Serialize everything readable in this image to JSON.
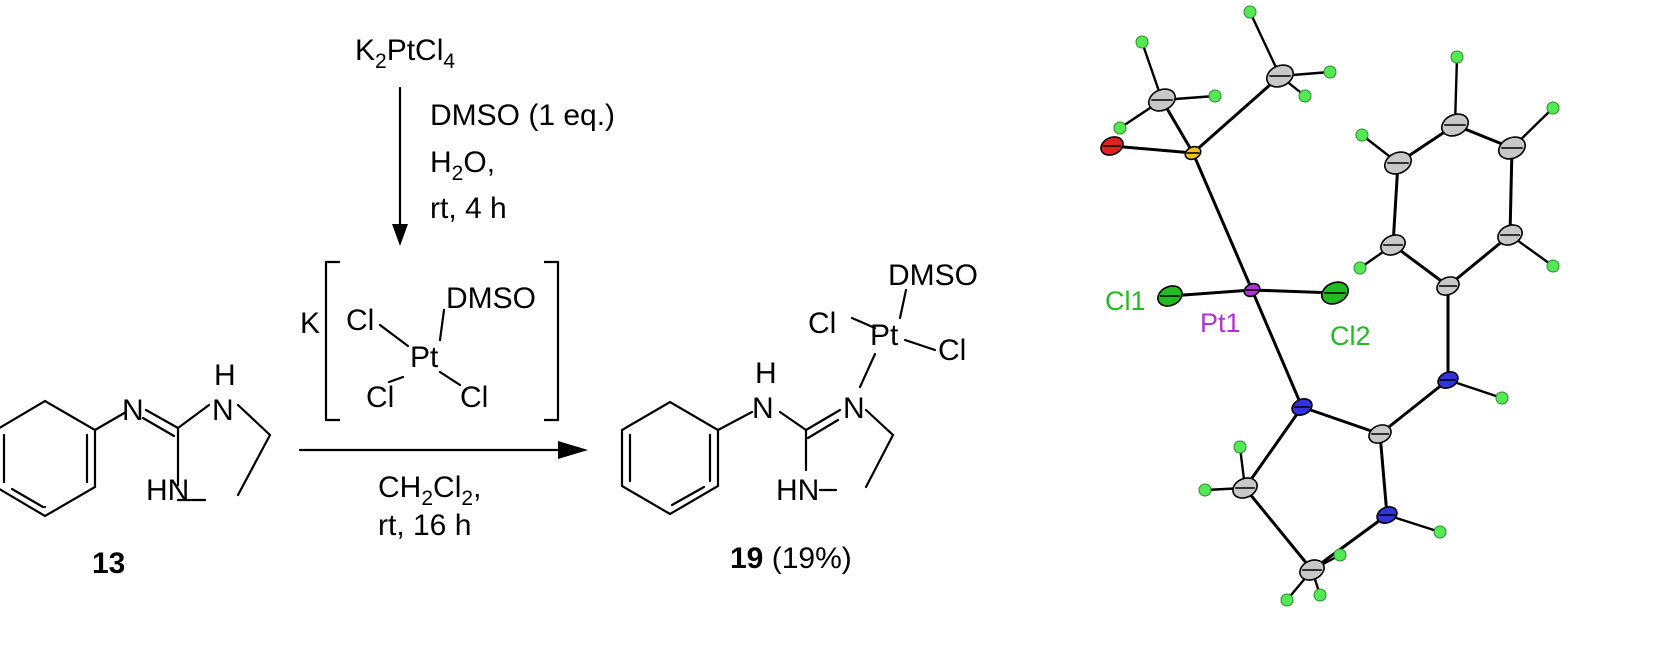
{
  "reaction": {
    "reagent_top": {
      "main": "K",
      "sub1": "2",
      "mid": "PtCl",
      "sub2": "4"
    },
    "cond1": {
      "line1": "DMSO (1 eq.)",
      "line2_a": "H",
      "line2_sub": "2",
      "line2_b": "O,",
      "line3": "rt, 4 h"
    },
    "complex": {
      "counterion": "K",
      "cl_a": "Cl",
      "ligand": "DMSO",
      "metal": "Pt",
      "cl_b": "Cl",
      "cl_c": "Cl"
    },
    "cond2": {
      "line1_a": "CH",
      "line1_sub1": "2",
      "line1_b": "Cl",
      "line1_sub2": "2",
      "line1_c": ",",
      "line2": "rt, 16 h"
    }
  },
  "reactant": {
    "atom_N": "N",
    "atom_H": "H",
    "atom_N2": "N",
    "atom_HN": "HN",
    "label_num": "13"
  },
  "product": {
    "atom_DMSO": "DMSO",
    "atom_Cl_left": "Cl",
    "atom_Pt": "Pt",
    "atom_Cl_right": "Cl",
    "atom_H": "H",
    "atom_N_amine": "N",
    "atom_N_ring": "N",
    "atom_HN": "HN",
    "label_num": "19",
    "label_yield": "(19%)"
  },
  "crystal": {
    "labels": {
      "cl1": "Cl1",
      "pt1": "Pt1",
      "cl2": "Cl2"
    },
    "colors": {
      "carbon": "#c8c8c8",
      "hydrogen": "#55e855",
      "nitrogen": "#3333dd",
      "oxygen": "#dd2222",
      "sulfur": "#f2c21a",
      "chlorine": "#22bb22",
      "platinum": "#b033d6"
    }
  }
}
